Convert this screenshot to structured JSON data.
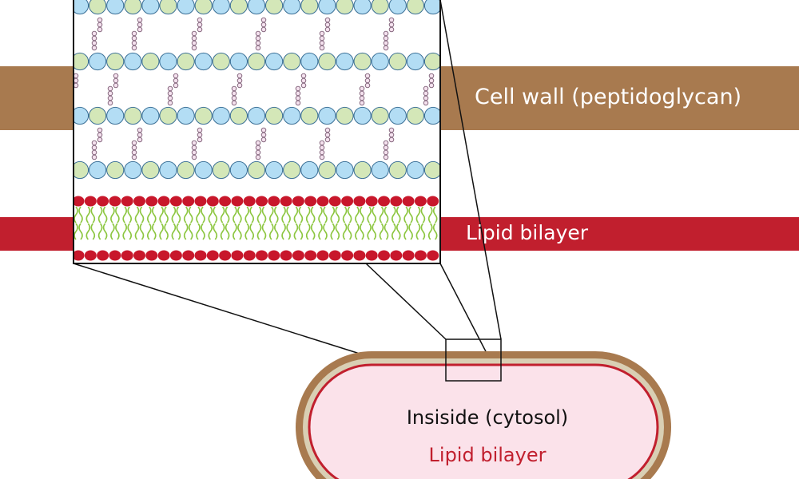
{
  "labels": {
    "cell_wall": "Cell wall (peptidoglycan)",
    "lipid_bilayer": "Lipid bilayer",
    "cytosol": "Insiside (cytosol)",
    "cell_lipid_bilayer": "Lipid bilayer"
  },
  "colors": {
    "cell_wall": "#a87a4f",
    "lipid_band": "#c11f2e",
    "bead_blue": "#b3ddf4",
    "bead_green": "#d4e7b8",
    "bead_stroke": "#3a6f96",
    "peptide_bead": "#f4e1ee",
    "peptide_stroke": "#7a5a72",
    "lipid_head": "#c8172b",
    "lipid_tail": "#8cc63f",
    "cell_outer": "#a87a4f",
    "cell_ring": "#d9cfb4",
    "cytosol_fill": "#fbe2ea",
    "cell_lipid_text": "#c11f2e"
  }
}
